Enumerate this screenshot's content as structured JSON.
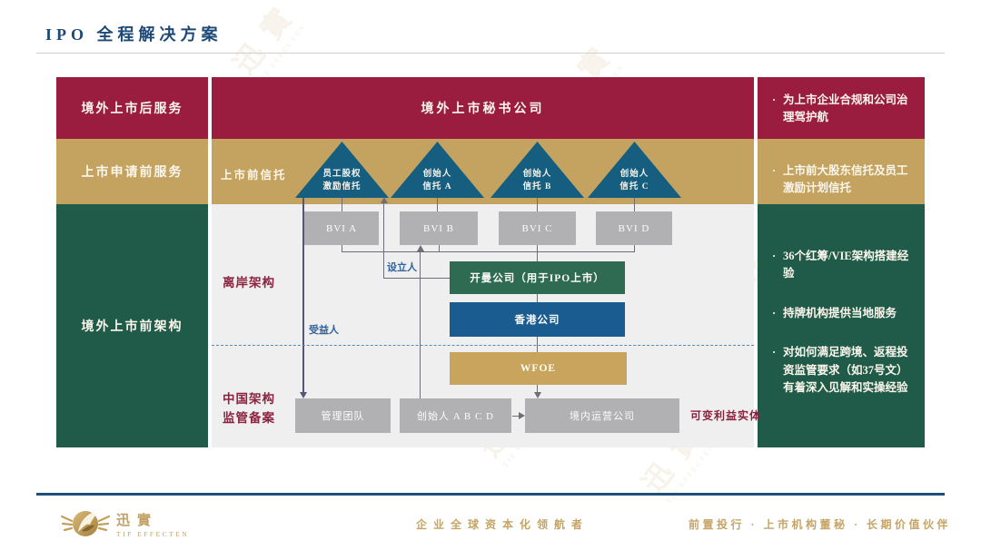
{
  "page": {
    "title": "IPO 全程解决方案"
  },
  "left_column": {
    "rows": [
      {
        "label": "境外上市后服务"
      },
      {
        "label": "上市申请前服务"
      },
      {
        "label": "境外上市前架构"
      }
    ]
  },
  "middle": {
    "header_bar": "境外上市秘书公司",
    "trust_band_label": "上市前信托",
    "triangles": [
      {
        "line1": "员工股权",
        "line2": "激励信托"
      },
      {
        "line1": "创始人",
        "line2": "信托 A"
      },
      {
        "line1": "创始人",
        "line2": "信托 B"
      },
      {
        "line1": "创始人",
        "line2": "信托 C"
      }
    ],
    "bvi_boxes": [
      "BVI A",
      "BVI B",
      "BVI C",
      "BVI D"
    ],
    "cayman": "开曼公司（用于IPO上市）",
    "hongkong": "香港公司",
    "wfoe": "WFOE",
    "management": "管理团队",
    "founders": "创始人 A B C D",
    "opco": "境内运营公司",
    "labels": {
      "offshore": "离岸架构",
      "china_line1": "中国架构",
      "china_line2": "监管备案",
      "settlor": "设立人",
      "beneficiary": "受益人",
      "vie": "可变利益实体"
    }
  },
  "right_column": {
    "red_bullets": [
      "为上市企业合规和公司治理驾护航"
    ],
    "gold_bullets": [
      "上市前大股东信托及员工激励计划信托"
    ],
    "green_bullets": [
      "36个红筹/VIE架构搭建经验",
      "持牌机构提供当地服务",
      "对如何满足跨境、返程投资监管要求（如37号文）有着深入见解和实操经验"
    ]
  },
  "bullets": {
    "marker": "·"
  },
  "footer": {
    "logo_cn": "迅實",
    "logo_en": "TIF EFFECTEN",
    "slogan_center": "企业全球资本化领航者",
    "slogan_right": "前置投行 · 上市机构董秘 · 长期价值伙伴"
  },
  "watermark": {
    "text": "迅 實",
    "caption": "TIF EFFECTEN"
  },
  "colors": {
    "crimson": "#9A1C3E",
    "gold": "#C3A35F",
    "green": "#205B4A",
    "cayman_green": "#2E6B52",
    "hk_blue": "#1A5C90",
    "triangle_blue": "#155E80",
    "gray_box": "#B1B1B3",
    "title_navy": "#1E4976",
    "footer_gold": "#C5A465",
    "label_red": "#8C2240",
    "label_blue": "#31639A"
  }
}
